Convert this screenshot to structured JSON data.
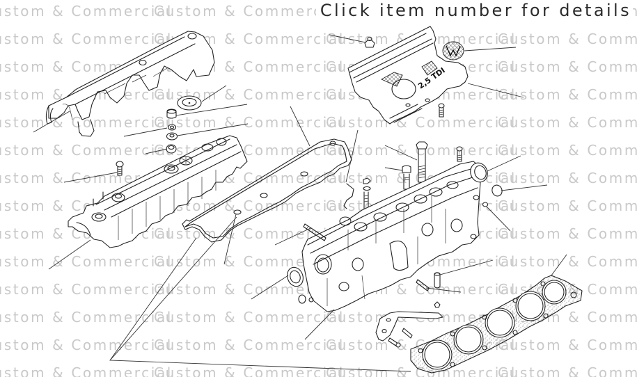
{
  "header": {
    "title": "Click item number for details"
  },
  "watermark": {
    "text": "Custom & Commercial",
    "color": "#c9c9c9"
  },
  "diagram": {
    "subject": "Cylinder head, valve cover and engine cover exploded view",
    "engine_cover_badge": "2,5 TDI",
    "brand_emblem": "vw-logo",
    "line_color": "#222222",
    "background": "#ffffff"
  },
  "callouts": [
    {
      "id": "c1",
      "part": "rear-engine-cover"
    },
    {
      "id": "c2",
      "part": "cover-grommet"
    },
    {
      "id": "c3",
      "part": "cap-nut"
    },
    {
      "id": "c4",
      "part": "washer"
    },
    {
      "id": "c5",
      "part": "seal-washer"
    },
    {
      "id": "c6",
      "part": "rubber-grommet"
    },
    {
      "id": "c7",
      "part": "valve-cover-gasket"
    },
    {
      "id": "c8",
      "part": "cover-fastener-clip"
    },
    {
      "id": "c9",
      "part": "vw-emblem"
    },
    {
      "id": "c10",
      "part": "top-engine-cover"
    },
    {
      "id": "c11",
      "part": "valve-cover-bolt"
    },
    {
      "id": "c12",
      "part": "valve-cover"
    },
    {
      "id": "c13",
      "part": "oil-filler-seal"
    },
    {
      "id": "c14",
      "part": "gasket-seal-ring"
    },
    {
      "id": "c15",
      "part": "cylinder-head-bolt"
    },
    {
      "id": "c16",
      "part": "stud-bolt"
    },
    {
      "id": "c17",
      "part": "oil-seal-camshaft"
    },
    {
      "id": "c18",
      "part": "sealing-plug"
    },
    {
      "id": "c19",
      "part": "dowel-sleeve"
    },
    {
      "id": "c20",
      "part": "exhaust-stud"
    },
    {
      "id": "c21",
      "part": "shaft-seal-front"
    },
    {
      "id": "c22",
      "part": "cylinder-head"
    },
    {
      "id": "c23",
      "part": "guide-sleeve"
    },
    {
      "id": "c24",
      "part": "threaded-stud"
    },
    {
      "id": "c25",
      "part": "cylinder-head-gasket"
    },
    {
      "id": "c26",
      "part": "gasket-set"
    }
  ]
}
